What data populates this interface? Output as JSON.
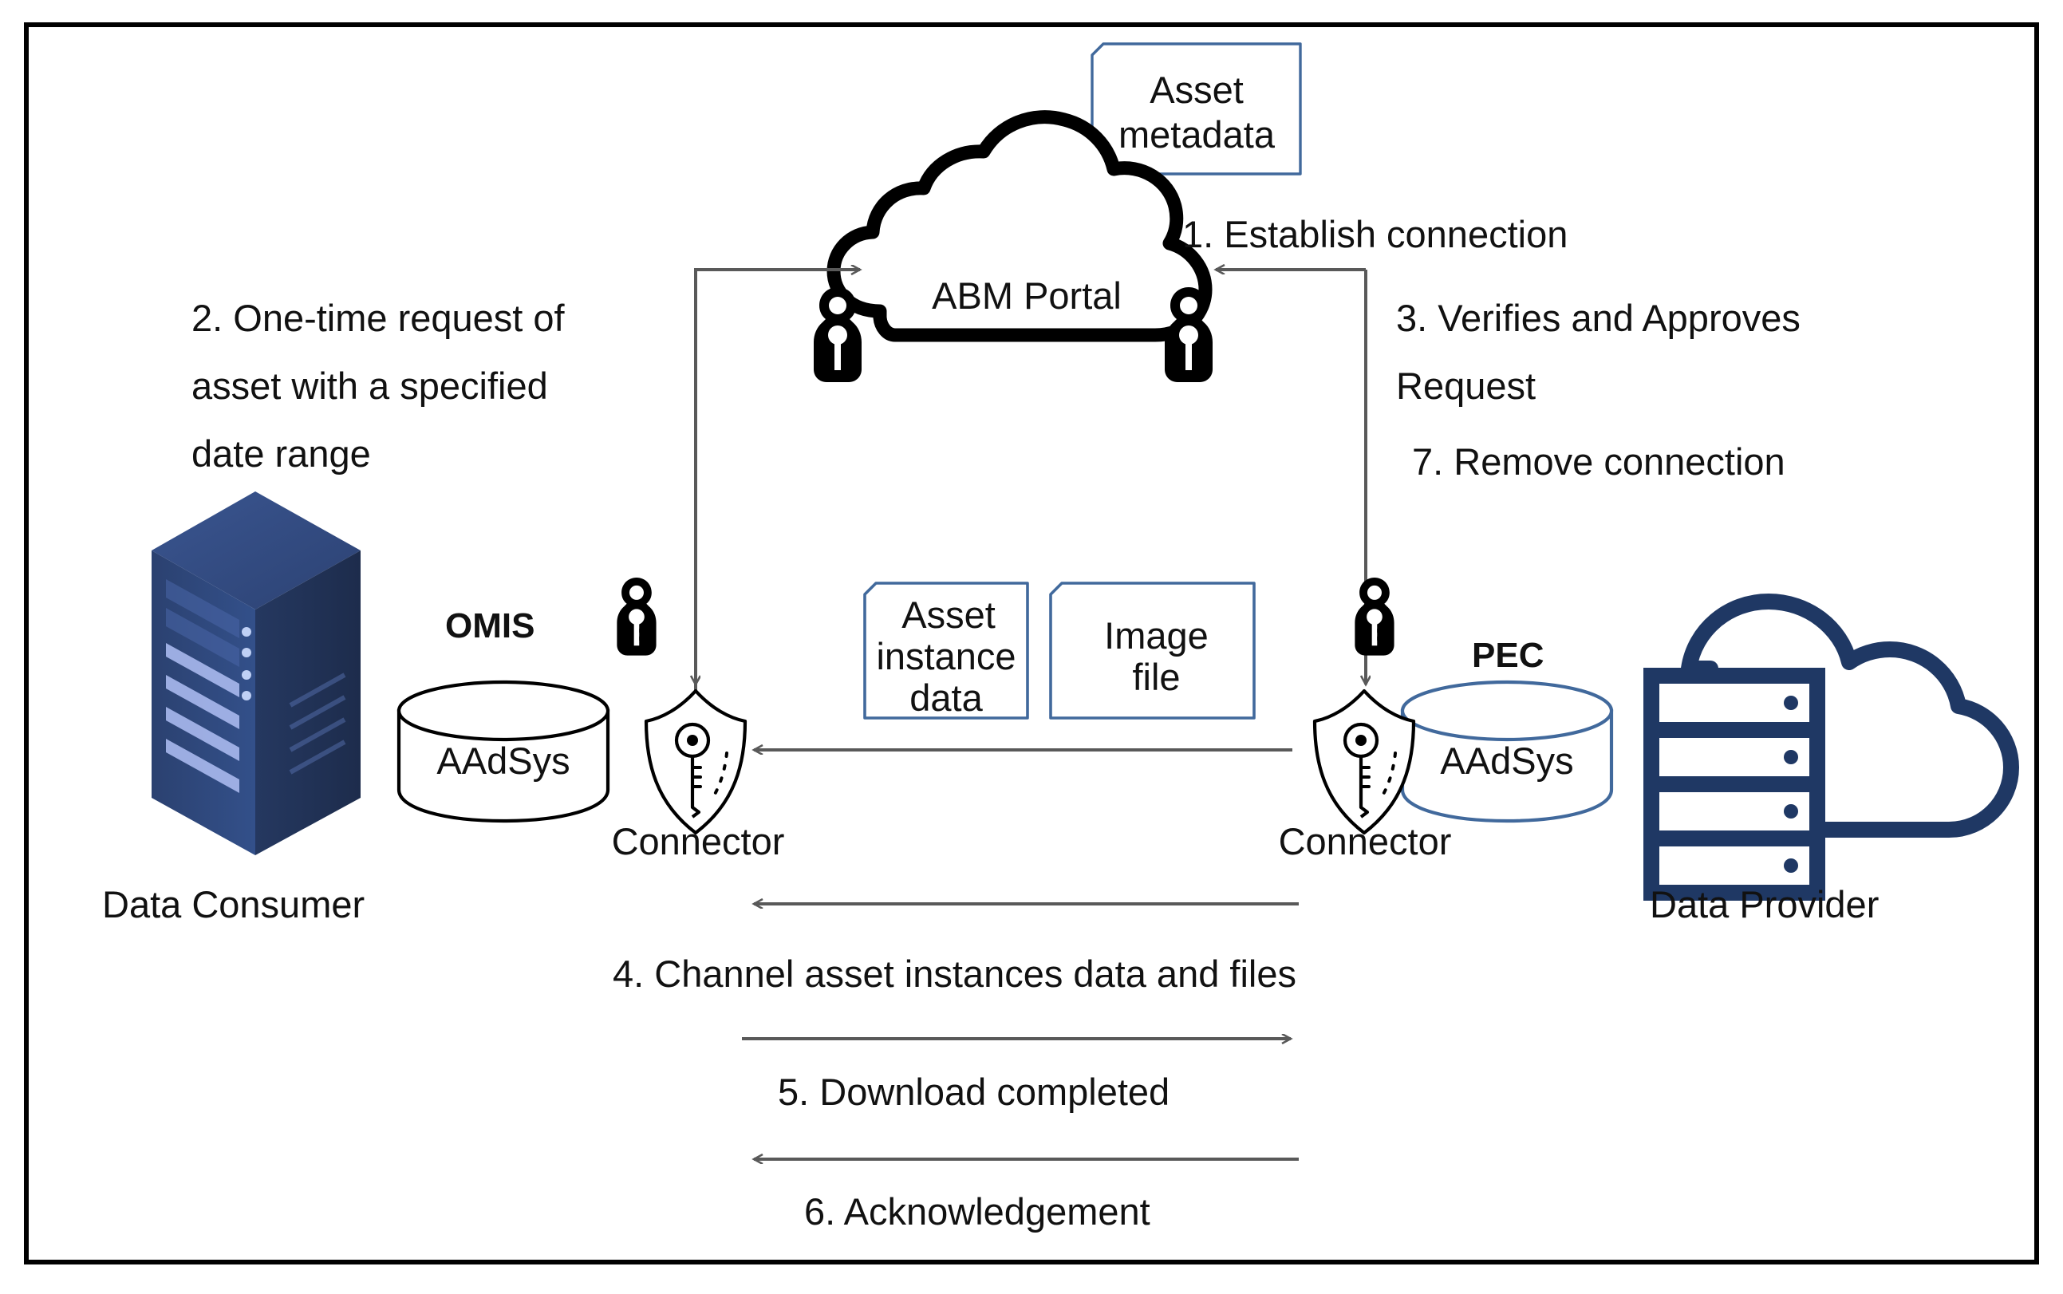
{
  "diagram": {
    "title_present": false,
    "nodes": {
      "asset_metadata": {
        "label_line1": "Asset",
        "label_line2": "metadata",
        "type": "document-shape",
        "outline_color": "#41699C"
      },
      "abm_portal": {
        "label": "ABM Portal",
        "type": "cloud",
        "outline_color": "#000000"
      },
      "asset_instance_data": {
        "label_line1": "Asset",
        "label_line2": "instance",
        "label_line3": "data",
        "type": "document-shape",
        "outline_color": "#41699C"
      },
      "image_file": {
        "label_line1": "Image",
        "label_line2": "file",
        "type": "document-shape",
        "outline_color": "#41699C"
      },
      "omis": {
        "label": "OMIS",
        "db_label": "AAdSys",
        "db_outline_color": "#000000"
      },
      "pec": {
        "label": "PEC",
        "db_label": "AAdSys",
        "db_outline_color": "#41699C"
      },
      "connector_left": {
        "label": "Connector",
        "type": "shield-key"
      },
      "connector_right": {
        "label": "Connector",
        "type": "shield-key"
      },
      "data_consumer": {
        "label": "Data Consumer",
        "type": "server-tower",
        "color": "#2D4372"
      },
      "data_provider": {
        "label": "Data Provider",
        "type": "server-cloud",
        "color": "#1F3864"
      }
    },
    "steps": [
      {
        "num": "1",
        "text": "1. Establish connection"
      },
      {
        "num": "2",
        "text": "2. One-time request of\nasset with a specified\ndate range",
        "line1": "2. One-time request of",
        "line2": "asset with a specified",
        "line3": "date range"
      },
      {
        "num": "3",
        "text": "3. Verifies and Approves\nRequest",
        "line1": "3. Verifies and Approves",
        "line2": "Request"
      },
      {
        "num": "7",
        "text": "7. Remove connection"
      },
      {
        "num": "4",
        "text": "4. Channel asset instances data and files"
      },
      {
        "num": "5",
        "text": "5. Download completed"
      },
      {
        "num": "6",
        "text": "6. Acknowledgement"
      }
    ],
    "key_icons": [
      {
        "name": "key-fob-portal-left"
      },
      {
        "name": "key-fob-portal-right"
      },
      {
        "name": "key-fob-connector-left"
      },
      {
        "name": "key-fob-connector-right"
      }
    ],
    "colors": {
      "arrow": "#595959",
      "frame": "#000000",
      "doc_outline": "#41699C",
      "navy": "#1F3864",
      "server_blue": "#2D4372"
    }
  }
}
